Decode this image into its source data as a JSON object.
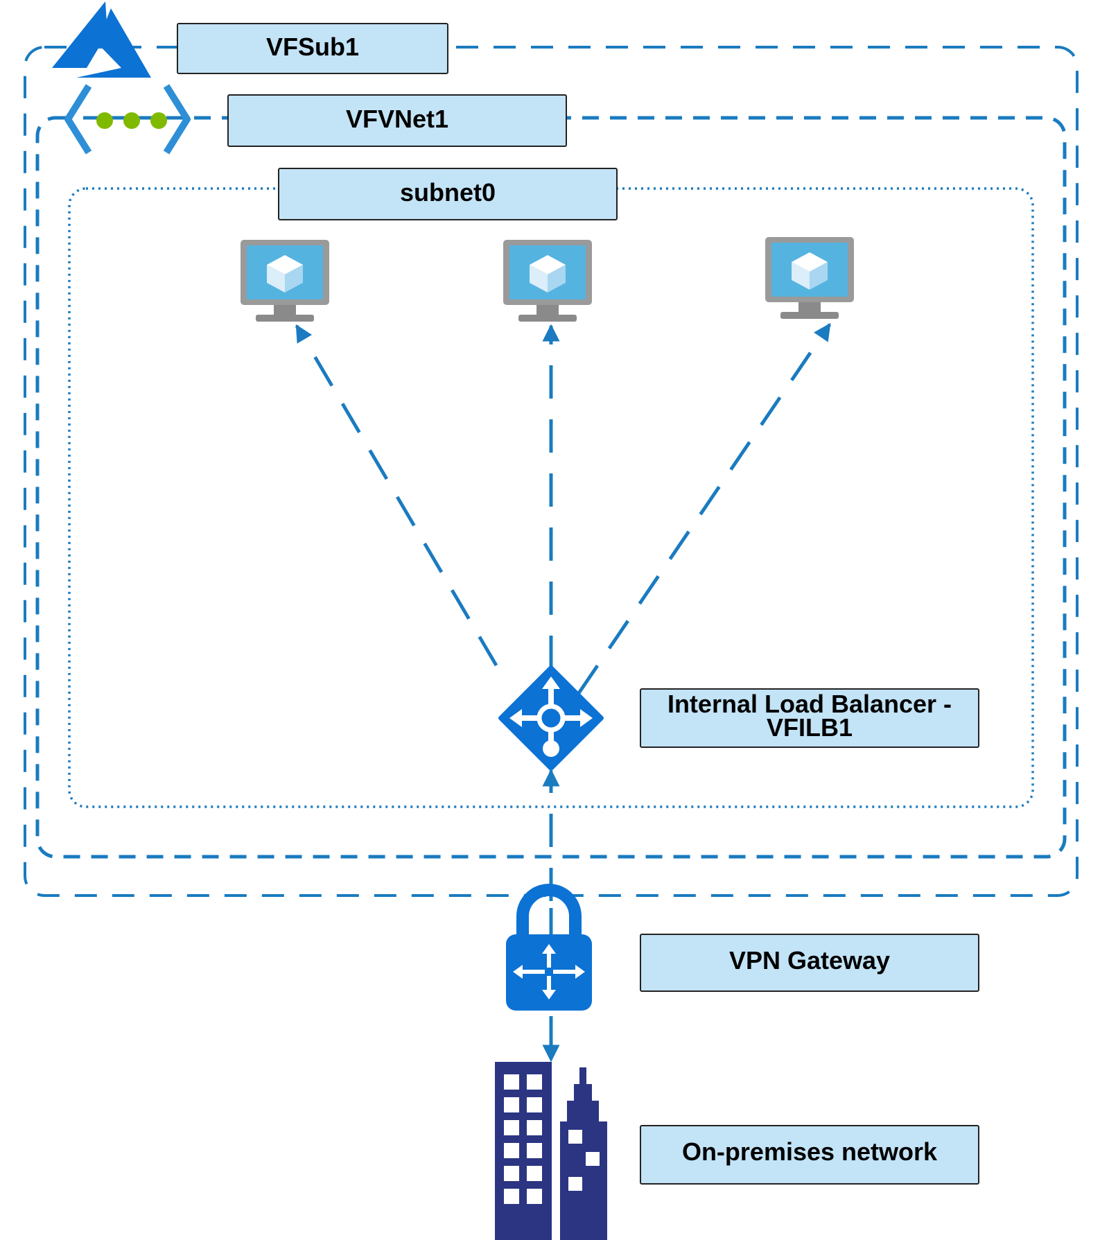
{
  "colors": {
    "border_blue": "#1a7bc0",
    "label_fill": "#c3e3f6",
    "label_stroke": "#222222",
    "azure_blue": "#0c72d4",
    "vm_screen": "#55b3e0",
    "vm_frame": "#9a9a9a",
    "building": "#2b3582",
    "vnet_dots": "#7fba00"
  },
  "labels": {
    "subscription": "VFSub1",
    "vnet": "VFVNet1",
    "subnet": "subnet0",
    "load_balancer_line1": "Internal Load Balancer -",
    "load_balancer_line2": "VFILB1",
    "vpn_gateway": "VPN Gateway",
    "on_premises": "On-premises network"
  },
  "icons": {
    "subscription": "azure-logo-icon",
    "vnet": "virtual-network-icon",
    "vms": [
      "virtual-machine-icon",
      "virtual-machine-icon",
      "virtual-machine-icon"
    ],
    "load_balancer": "load-balancer-icon",
    "vpn_gateway": "vpn-gateway-icon",
    "on_premises": "office-building-icon"
  },
  "connections": [
    {
      "from": "load_balancer",
      "to": "vm_1",
      "style": "dashed-arrow"
    },
    {
      "from": "load_balancer",
      "to": "vm_2",
      "style": "dashed-arrow"
    },
    {
      "from": "load_balancer",
      "to": "vm_3",
      "style": "dashed-arrow"
    },
    {
      "from": "vpn_gateway",
      "to": "load_balancer",
      "style": "dashed-arrow"
    },
    {
      "from": "vpn_gateway",
      "to": "on_premises",
      "style": "dashed-arrow"
    }
  ]
}
